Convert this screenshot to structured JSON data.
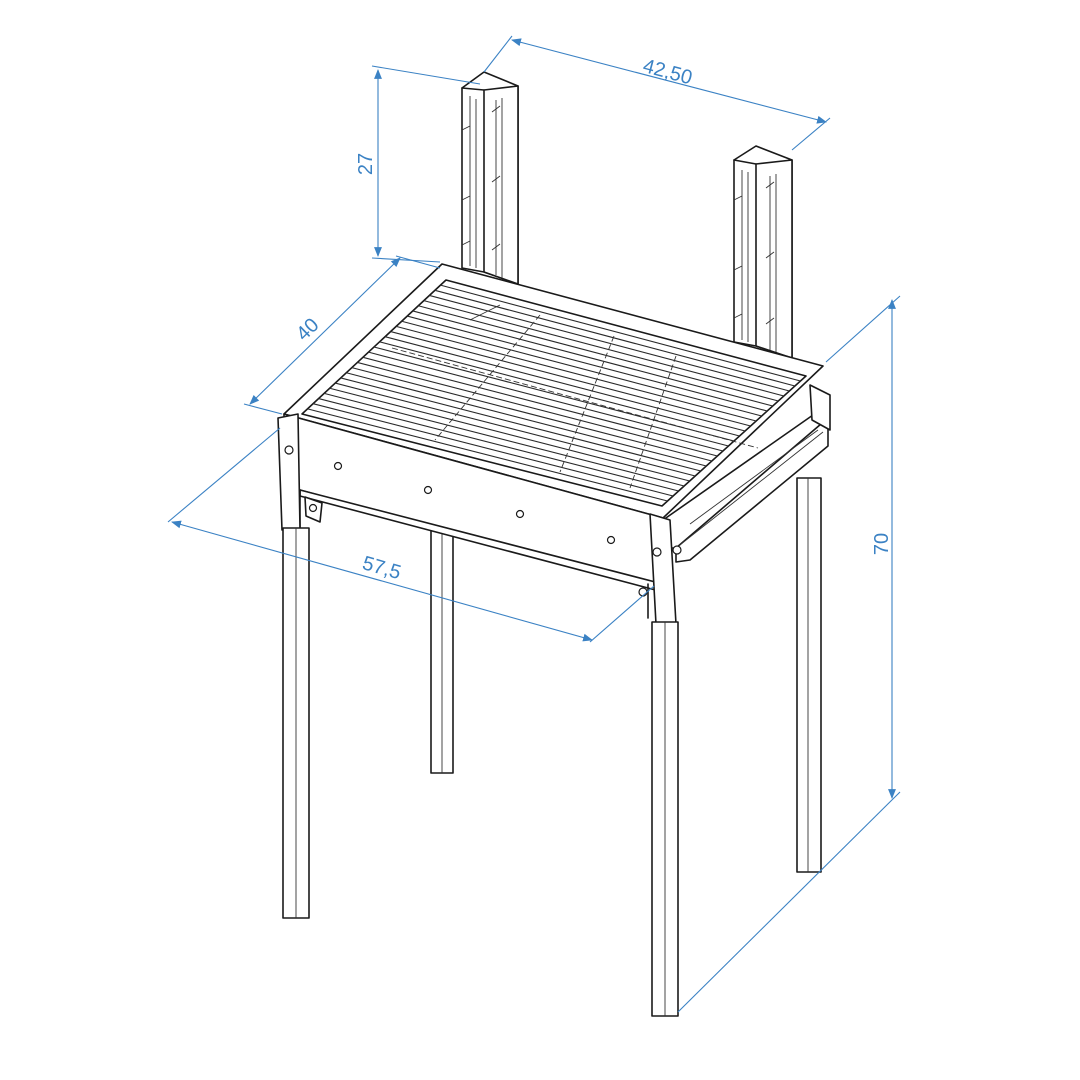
{
  "drawing": {
    "dimensions": {
      "top_width": "42,50",
      "post_height": "27",
      "depth": "40",
      "front_width": "57,5",
      "total_height": "70"
    },
    "colors": {
      "dimension_line": "#3b82c4",
      "object_line": "#1a1a1a",
      "background": "#ffffff"
    }
  }
}
